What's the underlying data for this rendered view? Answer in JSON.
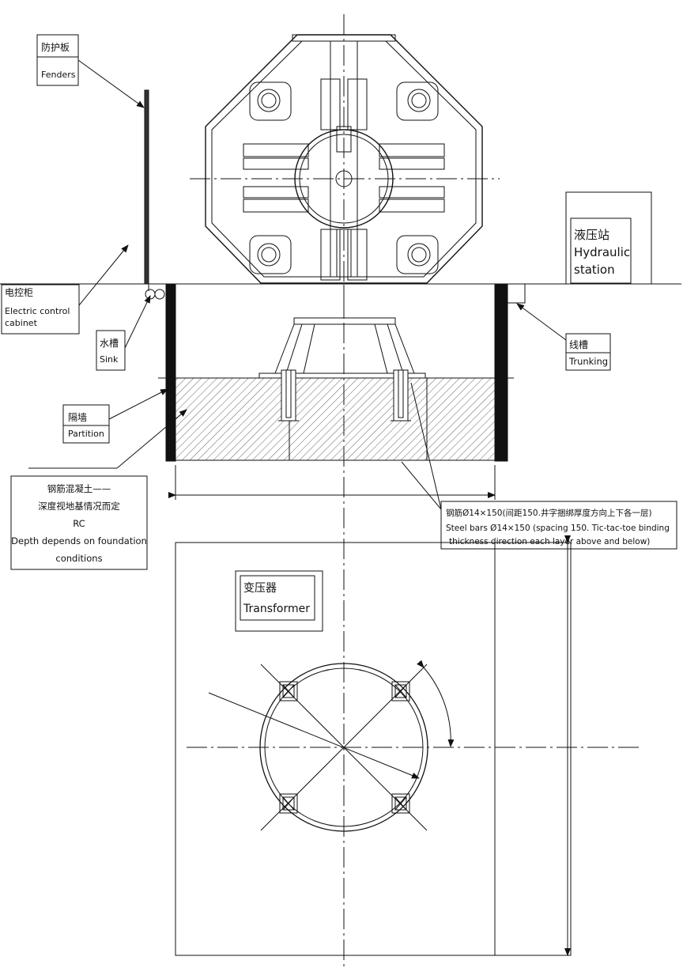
{
  "labels": {
    "fenders": {
      "zh": "防护板",
      "en": "Fenders"
    },
    "electric_cabinet": {
      "zh": "电控柜",
      "en_line1": "Electric control",
      "en_line2": "cabinet"
    },
    "sink": {
      "zh": "水槽",
      "en": "Sink"
    },
    "partition": {
      "zh": "隔墙",
      "en": "Partition"
    },
    "rc": {
      "zh_line1": "钢筋混凝土——",
      "zh_line2": "深度视地基情况而定",
      "en_line1": "RC",
      "en_line2": "Depth depends on foundation",
      "en_line3": "conditions"
    },
    "hydraulic": {
      "zh": "液压站",
      "en_line1": "Hydraulic",
      "en_line2": "station"
    },
    "trunking": {
      "zh": "线槽",
      "en": "Trunking"
    },
    "steel_bars": {
      "zh": "钢筋Ø14×150(间距150.井字捆绑厚度方向上下各一层)",
      "en_line1": "Steel bars Ø14×150 (spacing 150. Tic-tac-toe binding",
      "en_line2": "thickness direction each layer above and below)"
    },
    "transformer": {
      "zh": "变压器",
      "en": "Transformer"
    }
  },
  "colors": {
    "line": "#111111",
    "hatch": "#555555"
  }
}
